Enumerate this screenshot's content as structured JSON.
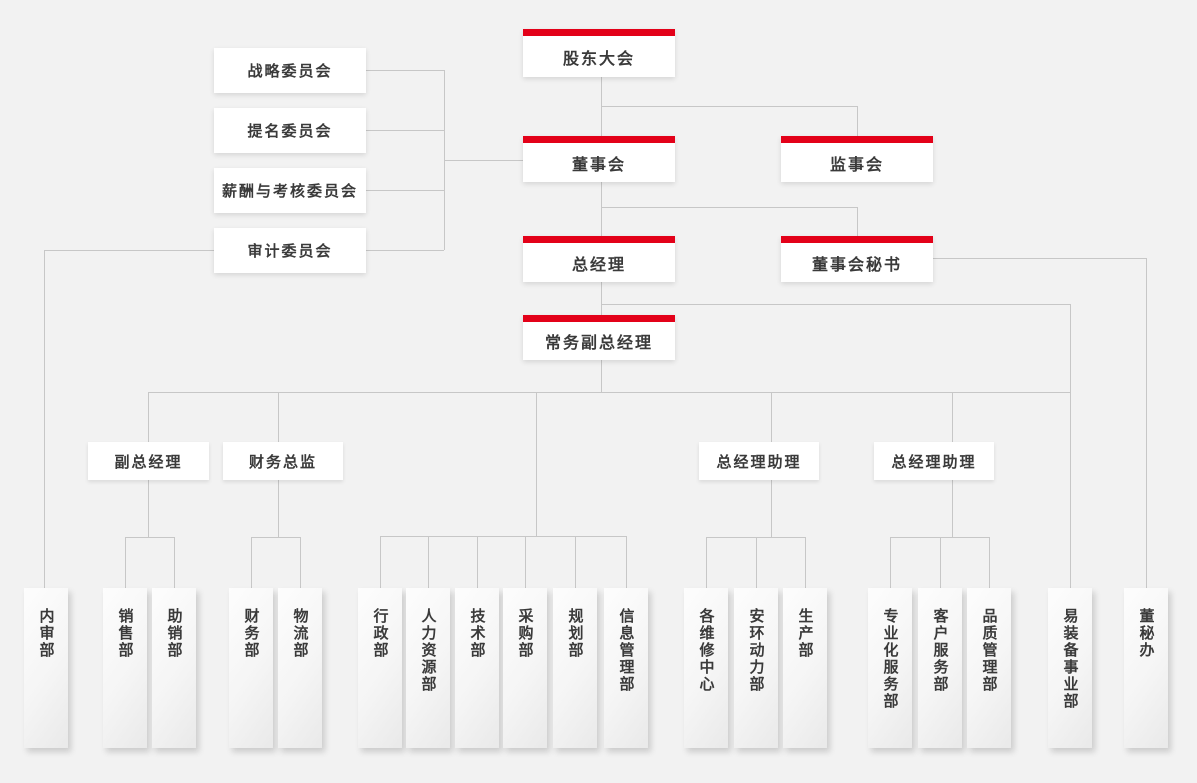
{
  "org_chart": {
    "governance": {
      "shareholders_meeting": "股东大会",
      "board_of_directors": "董事会",
      "supervisory_board": "监事会",
      "general_manager": "总经理",
      "board_secretary": "董事会秘书",
      "executive_deputy_gm": "常务副总经理"
    },
    "committees": [
      "战略委员会",
      "提名委员会",
      "薪酬与考核委员会",
      "审计委员会"
    ],
    "managers": [
      "副总经理",
      "财务总监",
      "总经理助理",
      "总经理助理"
    ],
    "departments": [
      "内审部",
      "销售部",
      "助销部",
      "财务部",
      "物流部",
      "行政部",
      "人力资源部",
      "技术部",
      "采购部",
      "规划部",
      "信息管理部",
      "各维修中心",
      "安环动力部",
      "生产部",
      "专业化服务部",
      "客户服务部",
      "品质管理部",
      "易装备事业部",
      "董秘办"
    ]
  },
  "colors": {
    "accent_red": "#e30119",
    "line": "#c7c7c7",
    "background": "#f2f2f2",
    "text": "#3a3a3a"
  }
}
